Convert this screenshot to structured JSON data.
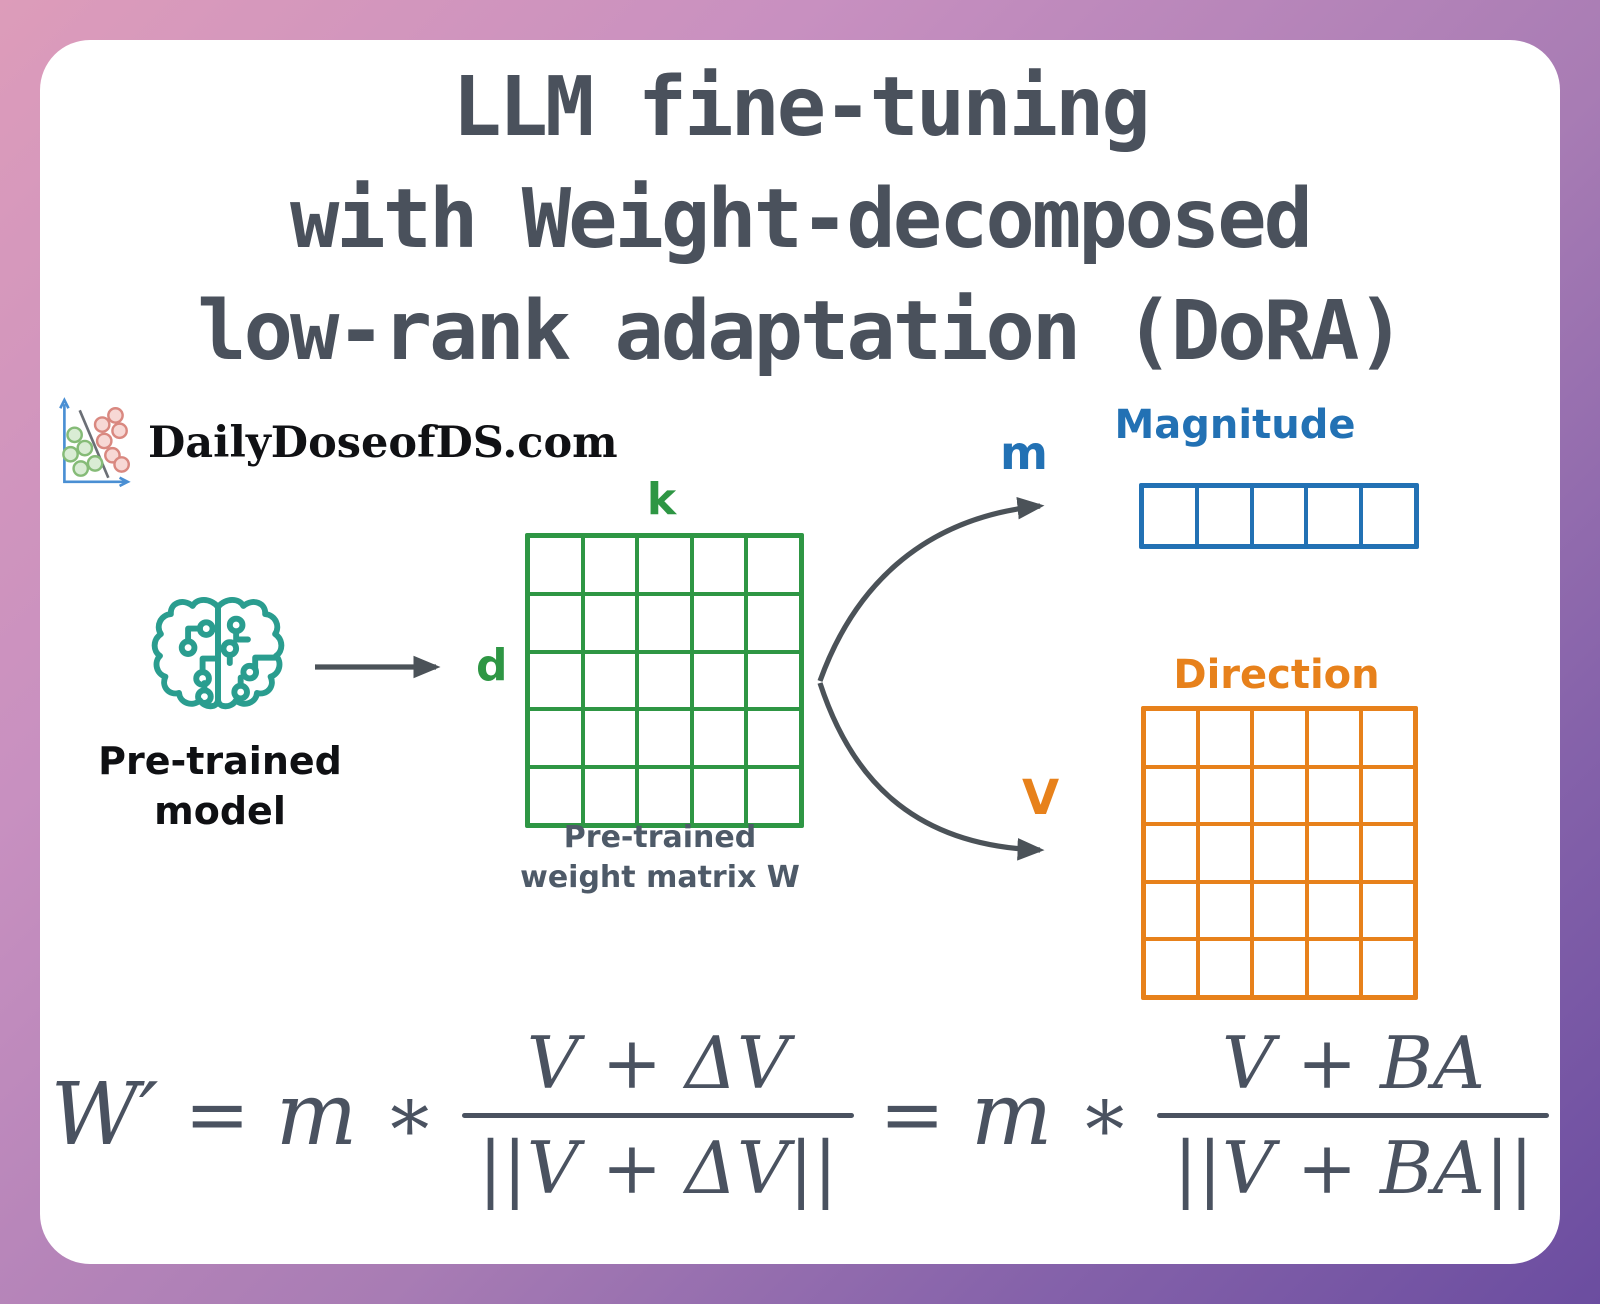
{
  "page": {
    "title_lines": [
      "LLM fine-tuning",
      "with Weight-decomposed",
      "low-rank adaptation (DoRA)"
    ]
  },
  "branding": {
    "site_name": "DailyDoseofDS.com"
  },
  "diagram": {
    "pretrained_model": {
      "label_line1": "Pre-trained",
      "label_line2": "model"
    },
    "weight_matrix": {
      "rows": 5,
      "cols": 5,
      "color": "#2e9644",
      "cols_dim_label": "k",
      "rows_dim_label": "d",
      "caption_line1": "Pre-trained",
      "caption_line2": "weight matrix W"
    },
    "magnitude": {
      "symbol": "m",
      "label": "Magnitude",
      "rows": 1,
      "cols": 5,
      "color": "#2271b4"
    },
    "direction": {
      "symbol": "V",
      "label": "Direction",
      "rows": 5,
      "cols": 5,
      "color": "#e7811b"
    }
  },
  "formula": {
    "w_prime": "W′",
    "eq": "=",
    "m": "m",
    "star": "∗",
    "frac1": {
      "num": "V + ΔV",
      "den": "||V + ΔV||"
    },
    "frac2": {
      "num": "V + BA",
      "den": "||V + BA||"
    }
  },
  "colors": {
    "green": "#2e9644",
    "blue": "#2271b4",
    "orange": "#e7811b",
    "teal": "#2a9d8f",
    "title_gray": "#4a515c",
    "caption_gray": "#4e5a68",
    "formula_gray": "#4a5260",
    "arrow_gray": "#4b5258",
    "border_pink": "#dd9cba",
    "border_purple": "#6b4da0"
  }
}
